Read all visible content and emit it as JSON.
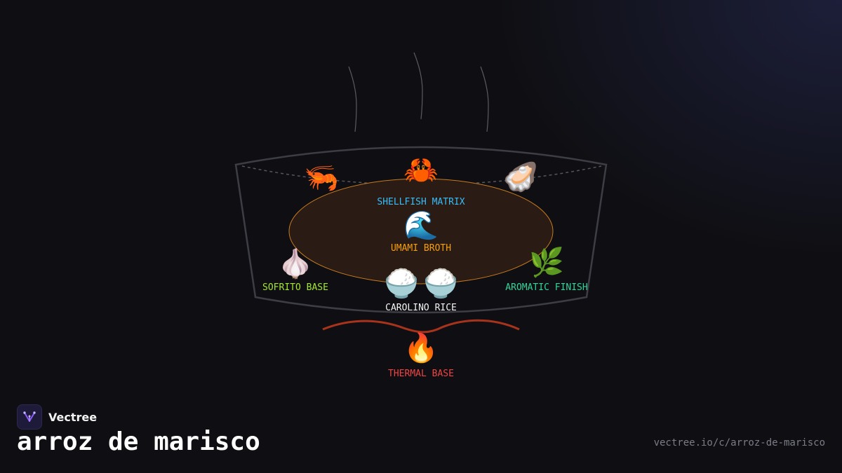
{
  "brand": {
    "name": "Vectree",
    "logo_icon": "vectree-logo-icon"
  },
  "title": "arroz de marisco",
  "url": "vectree.io/c/arroz-de-marisco",
  "colors": {
    "background": "#0f0f13",
    "pan_stroke": "#3d3d45",
    "broth_fill": "#2a1c14",
    "broth_stroke": "#c77a1e",
    "flame_wave": "#a8331c",
    "shellfish": "#38bdf8",
    "umami": "#f59e0b",
    "sofrito": "#a3e635",
    "aromatic": "#34d399",
    "rice": "#f4f4f5",
    "thermal": "#ef4444"
  },
  "diagram": {
    "shellfish_label": "SHELLFISH MATRIX",
    "umami_label": "UMAMI BROTH",
    "sofrito_label": "SOFRITO BASE",
    "aromatic_label": "AROMATIC FINISH",
    "rice_label": "CAROLINO RICE",
    "thermal_label": "THERMAL BASE",
    "icons": {
      "shrimp": "🦐",
      "crab": "🦀",
      "oyster": "🦪",
      "wave": "🌊",
      "garlic": "🧄",
      "herb": "🌿",
      "rice": "🍚",
      "fire": "🔥"
    }
  }
}
